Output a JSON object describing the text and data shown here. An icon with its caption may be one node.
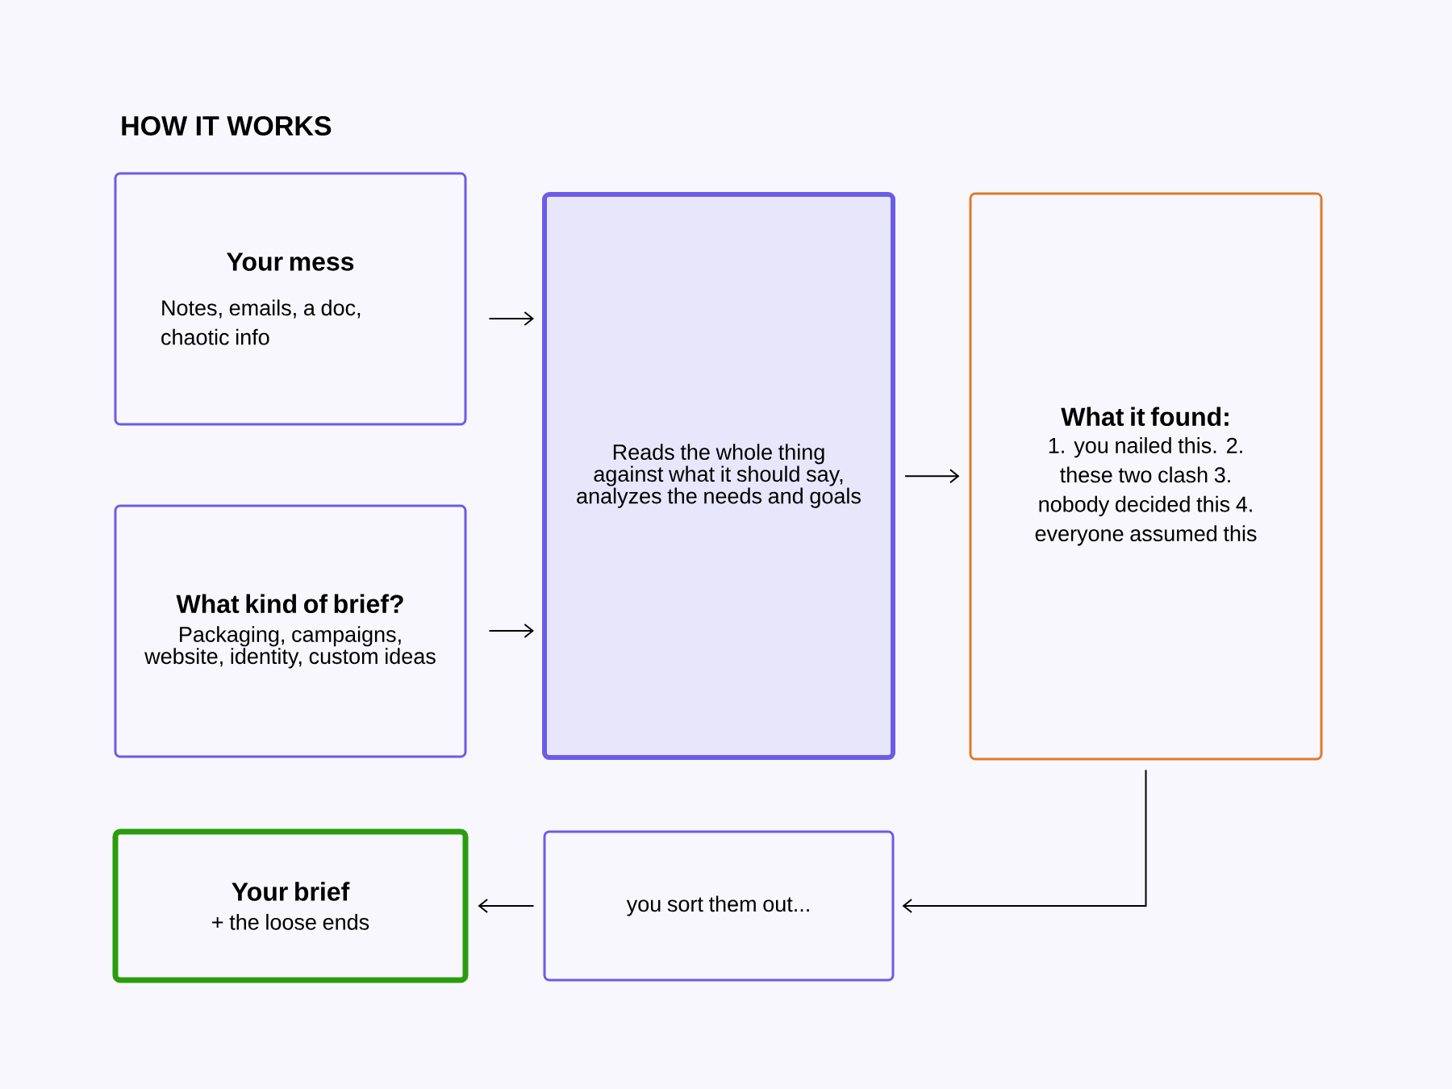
{
  "diagram": {
    "title": "HOW IT WORKS",
    "nodes": [
      {
        "text": [
          "Your mess",
          "Notes, emails, a doc, chaotic info"
        ]
      },
      {
        "text": [
          "What kind of brief?",
          "Packaging, campaigns, website, identity, custom ideas"
        ]
      },
      {
        "text": [
          "Reads the whole thing against what it should say, analyzes the needs and goals"
        ]
      },
      {
        "text": [
          "What it found:",
          "1. you nailed this. 2. these two clash 3. nobody decided this 4. everyone assumed this"
        ]
      },
      {
        "text": [
          "you sort them out..."
        ]
      },
      {
        "text": [
          "Your brief",
          "+ the loose ends"
        ]
      }
    ],
    "edges": [
      {
        "from": 0,
        "to": 2,
        "arrow": "to"
      },
      {
        "from": 1,
        "to": 2,
        "arrow": "to"
      },
      {
        "from": 2,
        "to": 3,
        "arrow": "to"
      },
      {
        "from": 3,
        "to": 4,
        "arrow": "to"
      },
      {
        "from": 4,
        "to": 5,
        "arrow": "to"
      }
    ]
  }
}
